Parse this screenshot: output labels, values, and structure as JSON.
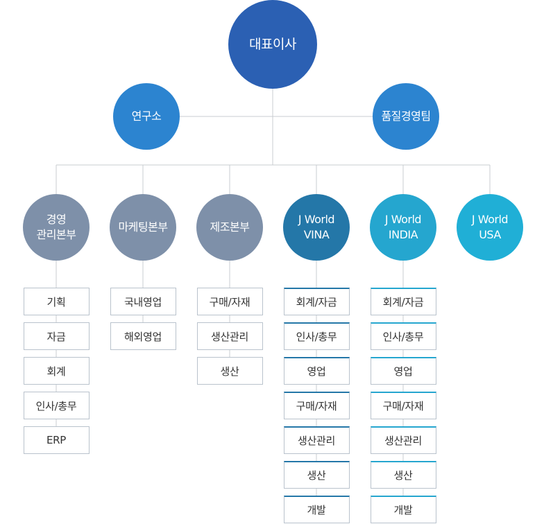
{
  "nodes": {
    "ceo": "대표이사",
    "research": "연구소",
    "quality": "품질경영팀"
  },
  "departments": [
    {
      "id": "mgmt",
      "lines": [
        "경영",
        "관리본부"
      ],
      "style": "gray",
      "items": [
        "기획",
        "자금",
        "회계",
        "인사/총무",
        "ERP"
      ]
    },
    {
      "id": "marketing",
      "lines": [
        "마케팅본부"
      ],
      "style": "gray",
      "items": [
        "국내영업",
        "해외영업"
      ]
    },
    {
      "id": "mfg",
      "lines": [
        "제조본부"
      ],
      "style": "gray",
      "items": [
        "구매/자재",
        "생산관리",
        "생산"
      ]
    },
    {
      "id": "vina",
      "lines": [
        "J World",
        "VINA"
      ],
      "style": "vina",
      "items": [
        "회계/자금",
        "인사/총무",
        "영업",
        "구매/자재",
        "생산관리",
        "생산",
        "개발"
      ]
    },
    {
      "id": "india",
      "lines": [
        "J World",
        "INDIA"
      ],
      "style": "india",
      "items": [
        "회계/자금",
        "인사/총무",
        "영업",
        "구매/자재",
        "생산관리",
        "생산",
        "개발"
      ]
    },
    {
      "id": "usa",
      "lines": [
        "J World",
        "USA"
      ],
      "style": "usa",
      "items": []
    }
  ],
  "colors": {
    "ceo": "#2b60b3",
    "level2": "#2c84d0",
    "gray": "#7e90a9",
    "vina": "#2477a8",
    "india": "#25a6cf",
    "usa": "#20afd6",
    "line": "#c8ccd1"
  }
}
